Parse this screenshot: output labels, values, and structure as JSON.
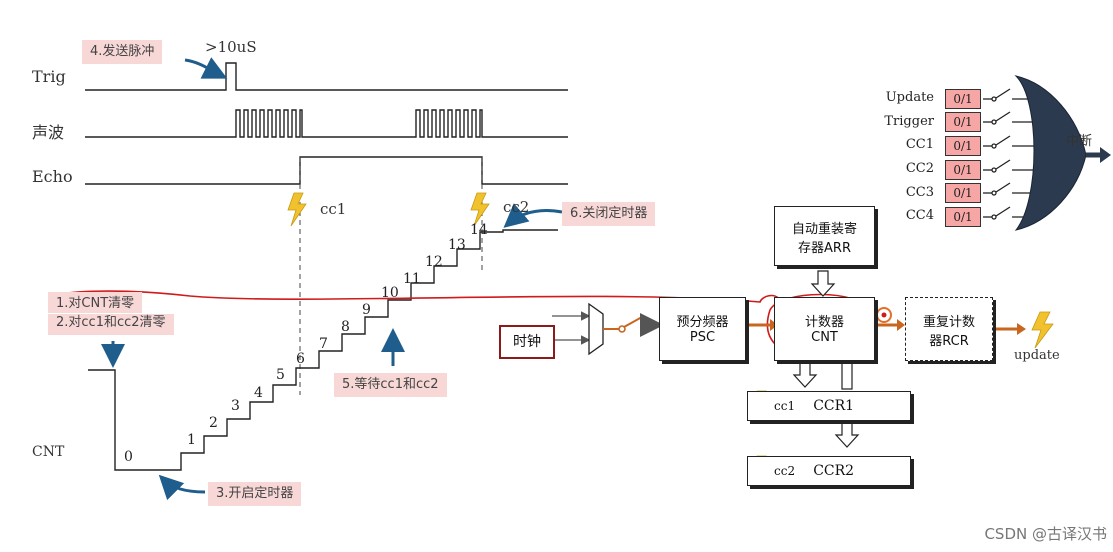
{
  "signals": {
    "trig": "Trig",
    "sound": "声波",
    "echo": "Echo",
    "cnt": "CNT",
    "pulse_width": ">10uS",
    "cc1": "cc1",
    "cc2": "cc2"
  },
  "notes": {
    "send_pulse": "4.发送脉冲",
    "clear_cnt": "1.对CNT清零",
    "clear_cc": "2.对cc1和cc2清零",
    "start_timer": "3.开启定时器",
    "wait_cc": "5.等待cc1和cc2",
    "stop_timer": "6.关闭定时器"
  },
  "counter_steps": [
    "0",
    "1",
    "2",
    "3",
    "4",
    "5",
    "6",
    "7",
    "8",
    "9",
    "10",
    "11",
    "12",
    "13",
    "14"
  ],
  "timer_blocks": {
    "clock": "时钟",
    "psc_line1": "预分频器",
    "psc_line2": "PSC",
    "cnt_line1": "计数器",
    "cnt_line2": "CNT",
    "arr_line1": "自动重装寄",
    "arr_line2": "存器ARR",
    "rcr_line1": "重复计数",
    "rcr_line2": "器RCR",
    "update": "update",
    "ccr1_tag": "cc1",
    "ccr1": "CCR1",
    "ccr2_tag": "cc2",
    "ccr2": "CCR2"
  },
  "interrupt": {
    "sources": [
      "Update",
      "Trigger",
      "CC1",
      "CC2",
      "CC3",
      "CC4"
    ],
    "bit_label": "0/1",
    "output": "中断"
  },
  "watermark": "CSDN @古译汉书",
  "colors": {
    "note_bg": "#f8d7d7",
    "bit_bg": "#f7a6a6",
    "arrow_blue": "#1f5d8c",
    "arrow_orange": "#c8661f",
    "gate_dark": "#2c3a4f",
    "red_annotation": "#d11a1a",
    "lightning": "#f2c12e"
  }
}
